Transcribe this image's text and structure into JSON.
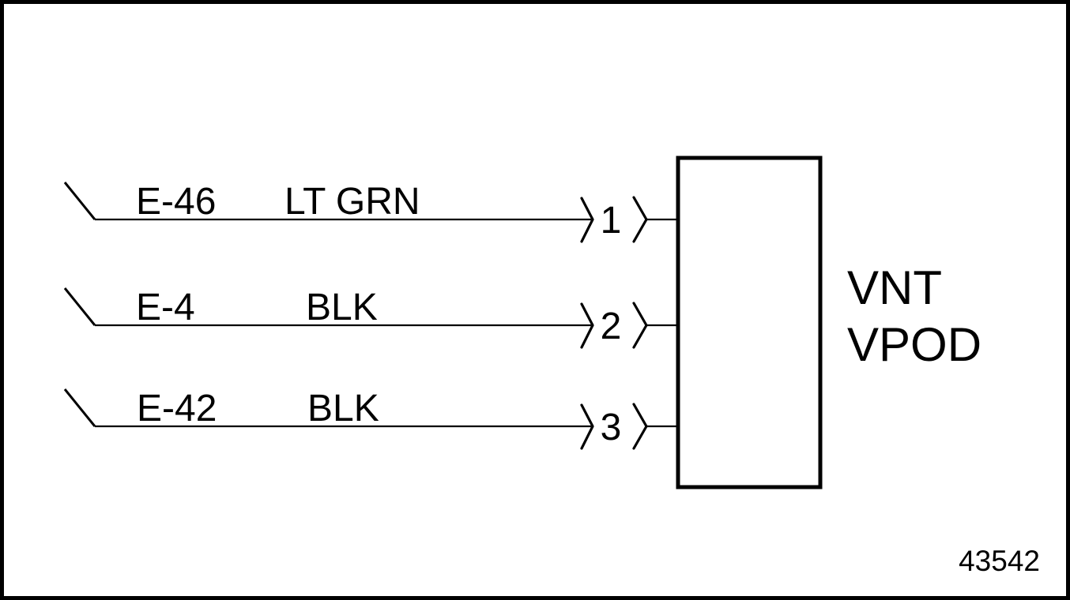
{
  "diagram": {
    "background_color": "#ffffff",
    "line_color": "#000000",
    "wires": [
      {
        "label": "E-46",
        "color": "LT GRN",
        "pin": "1"
      },
      {
        "label": "E-4",
        "color": "BLK",
        "pin": "2"
      },
      {
        "label": "E-42",
        "color": "BLK",
        "pin": "3"
      }
    ],
    "device": {
      "name_line1": "VNT",
      "name_line2": "VPOD"
    },
    "figure_number": "43542"
  }
}
